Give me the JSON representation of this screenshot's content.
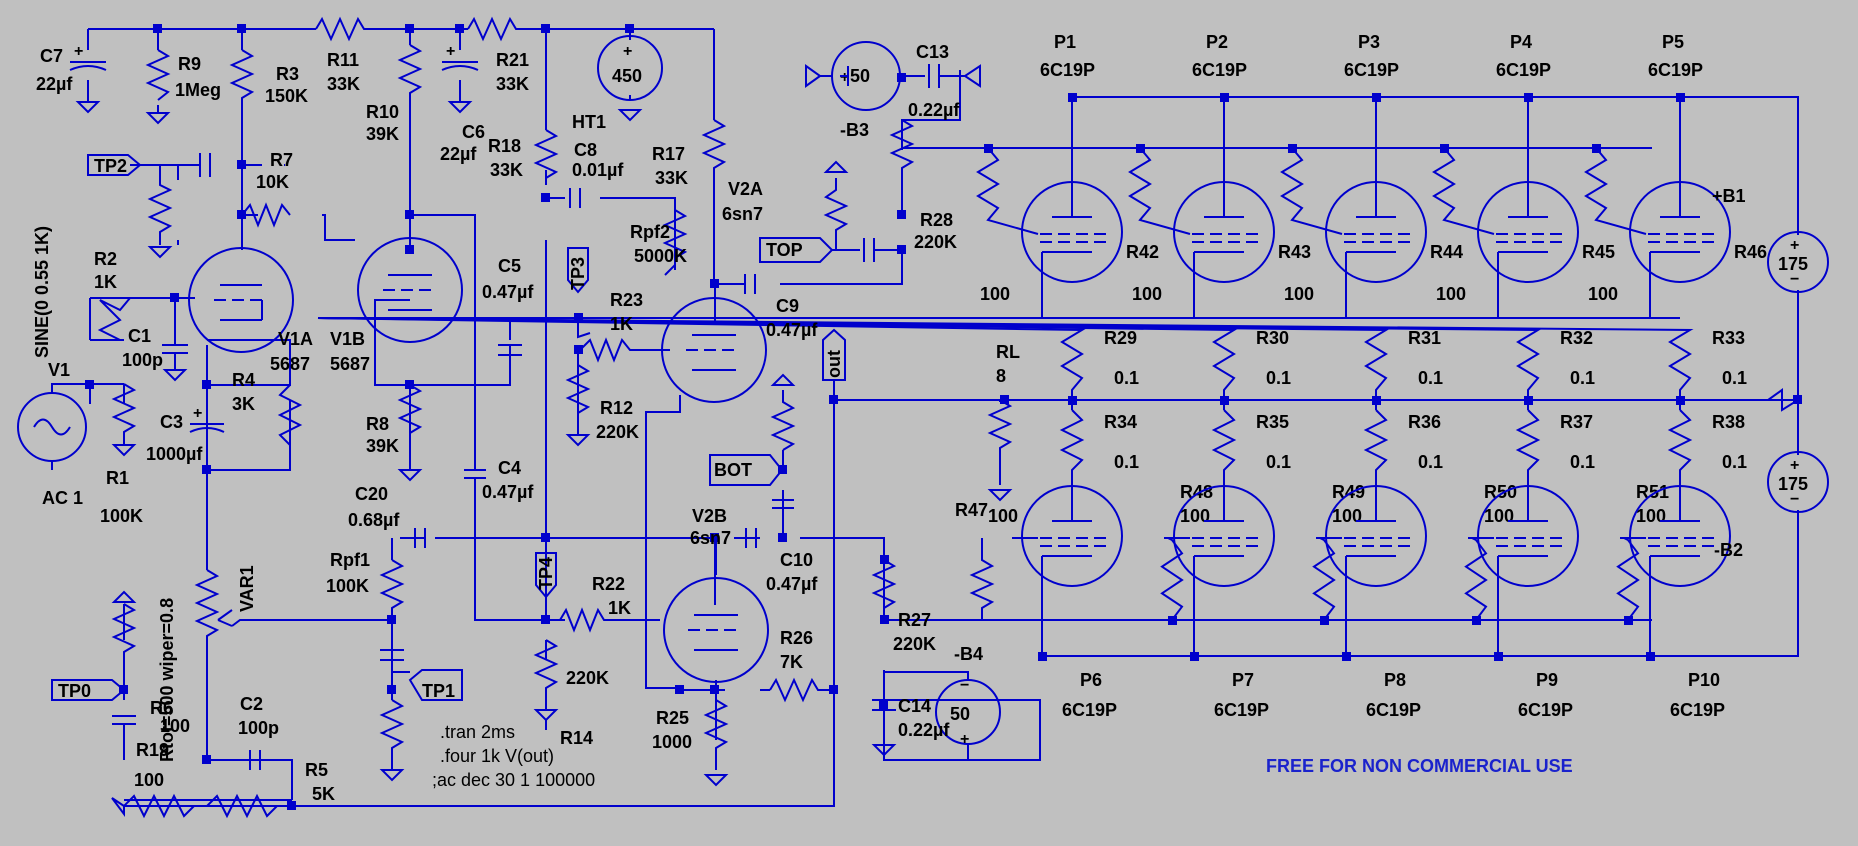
{
  "schematic": {
    "labels": {
      "C7": "C7",
      "C7v": "22µf",
      "R9": "R9",
      "R9v": "1Meg",
      "R3": "R3",
      "R3v": "150K",
      "R11": "R11",
      "R11v": "33K",
      "R10": "R10",
      "R10v": "39K",
      "C6": "C6",
      "C6v": "22µf",
      "R21": "R21",
      "R21v": "33K",
      "HT1": "HT1",
      "HT1v": "450",
      "TP2": "TP2",
      "R7": "R7",
      "R7v": "10K",
      "R18": "R18",
      "R18v": "33K",
      "C8": "C8",
      "C8v": "0.01µf",
      "R17": "R17",
      "R17v": "33K",
      "V2A": "V2A",
      "V2Av": "6sn7",
      "Rpf2": "Rpf2",
      "Rpf2v": "5000K",
      "SINE": "SINE(0 0.55 1K)",
      "R2": "R2",
      "R2v": "1K",
      "V1": "V1",
      "V1v": "AC 1",
      "C1": "C1",
      "C1v": "100p",
      "V1A": "V1A",
      "V1Av": "5687",
      "V1B": "V1B",
      "V1Bv": "5687",
      "C5": "C5",
      "C5v": "0.47µf",
      "TP3": "TP3",
      "R23": "R23",
      "R23v": "1K",
      "C9": "C9",
      "C9v": "0.47µf",
      "R12": "R12",
      "R12v": "220K",
      "R4": "R4",
      "R4v": "3K",
      "C3": "C3",
      "C3v": "1000µf",
      "R8": "R8",
      "R8v": "39K",
      "R1": "R1",
      "R1v": "100K",
      "C4": "C4",
      "C4v": "0.47µf",
      "C20": "C20",
      "C20v": "0.68µf",
      "Rpf1": "Rpf1",
      "Rpf1v": "100K",
      "TP4": "TP4",
      "R22": "R22",
      "R22v": "1K",
      "BOT": "BOT",
      "V2B": "V2B",
      "V2Bv": "6sn7",
      "C10": "C10",
      "C10v": "0.47µf",
      "R26": "R26",
      "R26v": "7K",
      "R27": "R27",
      "R27v": "220K",
      "B4": "-B4",
      "VAR1": "VAR1",
      "Rtot": "Rtot=500 wiper=0.8",
      "TP0": "TP0",
      "TP1": "TP1",
      "R6": "R6",
      "R6v": "100",
      "C2": "C2",
      "C2v": "100p",
      "R19": "R19",
      "R19v": "100",
      "R5": "R5",
      "R5v": "5K",
      "R14": "R14",
      "R14v": "220K",
      "R25": "R25",
      "R25v": "1000",
      "C14": "C14",
      "C14v": "0.22µf",
      "B4src": "50",
      "B3src": "50",
      "B3": "-B3",
      "C13": "C13",
      "C13v": "0.22µf",
      "TOP": "TOP",
      "R28": "R28",
      "R28v": "220K",
      "OUT": "out",
      "RL": "RL",
      "RLv": "8",
      "R47": "R47",
      "R47v": "100",
      "B1": "+B1",
      "B1src": "175",
      "B2src": "175",
      "B2": "-B2"
    },
    "spice": [
      ".tran 2ms",
      ".four 1k V(out)",
      ";ac dec 30 1 100000"
    ],
    "footer": "FREE FOR NON COMMERCIAL USE",
    "upper_tubes": [
      {
        "name": "P1",
        "type": "6C19P",
        "gridR": "R42",
        "gridRv": "100",
        "cathR": "R29",
        "cathRv": "0.1"
      },
      {
        "name": "P2",
        "type": "6C19P",
        "gridR": "R43",
        "gridRv": "100",
        "cathR": "R30",
        "cathRv": "0.1"
      },
      {
        "name": "P3",
        "type": "6C19P",
        "gridR": "R44",
        "gridRv": "100",
        "cathR": "R31",
        "cathRv": "0.1"
      },
      {
        "name": "P4",
        "type": "6C19P",
        "gridR": "R45",
        "gridRv": "100",
        "cathR": "R32",
        "cathRv": "0.1"
      },
      {
        "name": "P5",
        "type": "6C19P",
        "gridR": "R46",
        "gridRv": "100",
        "cathR": "R33",
        "cathRv": "0.1"
      }
    ],
    "lower_tubes": [
      {
        "name": "P6",
        "type": "6C19P",
        "gridR": "R48",
        "gridRv": "100",
        "cathR": "R34",
        "cathRv": "0.1"
      },
      {
        "name": "P7",
        "type": "6C19P",
        "gridR": "R49",
        "gridRv": "100",
        "cathR": "R35",
        "cathRv": "0.1"
      },
      {
        "name": "P8",
        "type": "6C19P",
        "gridR": "R50",
        "gridRv": "100",
        "cathR": "R36",
        "cathRv": "0.1"
      },
      {
        "name": "P9",
        "type": "6C19P",
        "gridR": "R51",
        "gridRv": "100",
        "cathR": "R37",
        "cathRv": "0.1"
      },
      {
        "name": "P10",
        "type": "6C19P",
        "gridR": "",
        "gridRv": "",
        "cathR": "R38",
        "cathRv": "0.1"
      }
    ],
    "colors": {
      "wire": "#0000cc",
      "background": "#c0c0c0",
      "note": "#1a22cc"
    }
  }
}
